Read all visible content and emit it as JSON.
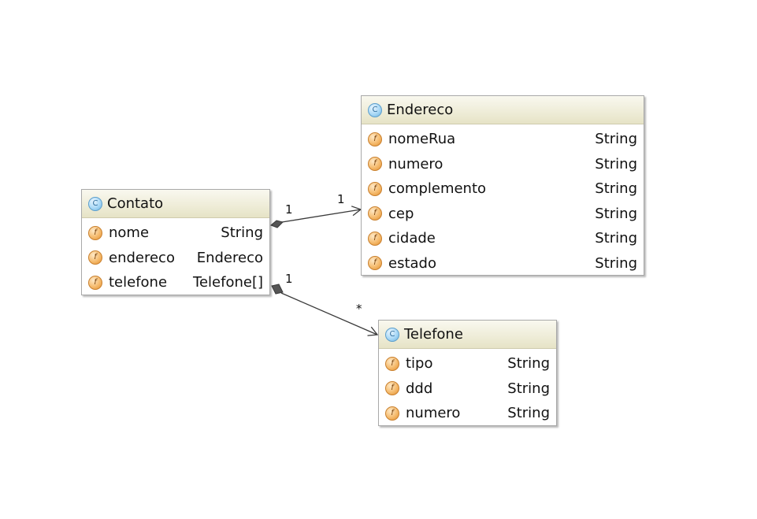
{
  "diagram": {
    "classes": [
      {
        "name": "Contato",
        "stereotype_icon": "class-icon",
        "fields": [
          {
            "name": "nome",
            "type": "String",
            "icon": "field-icon"
          },
          {
            "name": "endereco",
            "type": "Endereco",
            "icon": "field-icon"
          },
          {
            "name": "telefone",
            "type": "Telefone[]",
            "icon": "field-icon"
          }
        ]
      },
      {
        "name": "Endereco",
        "stereotype_icon": "class-icon",
        "fields": [
          {
            "name": "nomeRua",
            "type": "String",
            "icon": "field-icon"
          },
          {
            "name": "numero",
            "type": "String",
            "icon": "field-icon"
          },
          {
            "name": "complemento",
            "type": "String",
            "icon": "field-icon"
          },
          {
            "name": "cep",
            "type": "String",
            "icon": "field-icon"
          },
          {
            "name": "cidade",
            "type": "String",
            "icon": "field-icon"
          },
          {
            "name": "estado",
            "type": "String",
            "icon": "field-icon"
          }
        ]
      },
      {
        "name": "Telefone",
        "stereotype_icon": "class-icon",
        "fields": [
          {
            "name": "tipo",
            "type": "String",
            "icon": "field-icon"
          },
          {
            "name": "ddd",
            "type": "String",
            "icon": "field-icon"
          },
          {
            "name": "numero",
            "type": "String",
            "icon": "field-icon"
          }
        ]
      }
    ],
    "class_icon_letter": "C",
    "field_icon_letter": "f",
    "associations": [
      {
        "from": "Contato",
        "to": "Endereco",
        "kind": "composition",
        "source_multiplicity": "1",
        "target_multiplicity": "1"
      },
      {
        "from": "Contato",
        "to": "Telefone",
        "kind": "composition",
        "source_multiplicity": "1",
        "target_multiplicity": "*"
      }
    ],
    "colors": {
      "header_gradient_top": "#f9f8ef",
      "header_gradient_bottom": "#e6e3c6",
      "class_icon": "#a9d8f6",
      "field_icon": "#f5bb6e",
      "connector": "#3a3a3a",
      "diamond": "#555555"
    }
  }
}
